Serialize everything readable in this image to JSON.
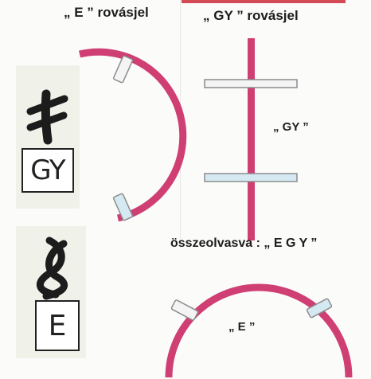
{
  "titles": {
    "e_rune": "„ E ” rovásjel",
    "gy_rune": "„ GY ” rovásjel"
  },
  "labels": {
    "gy": "„ GY ”",
    "read_together": "összeolvasva : „ E G Y ”",
    "e": "„ E ”"
  },
  "letter_boxes": {
    "gy": "GY",
    "e": "E"
  },
  "colors": {
    "magenta_bar": "#cf3f73",
    "white_peg": "#f4f4f4",
    "light_blue_peg": "#d5e9f3",
    "ink": "#1c1c1c",
    "accent_red": "#d24a55"
  }
}
